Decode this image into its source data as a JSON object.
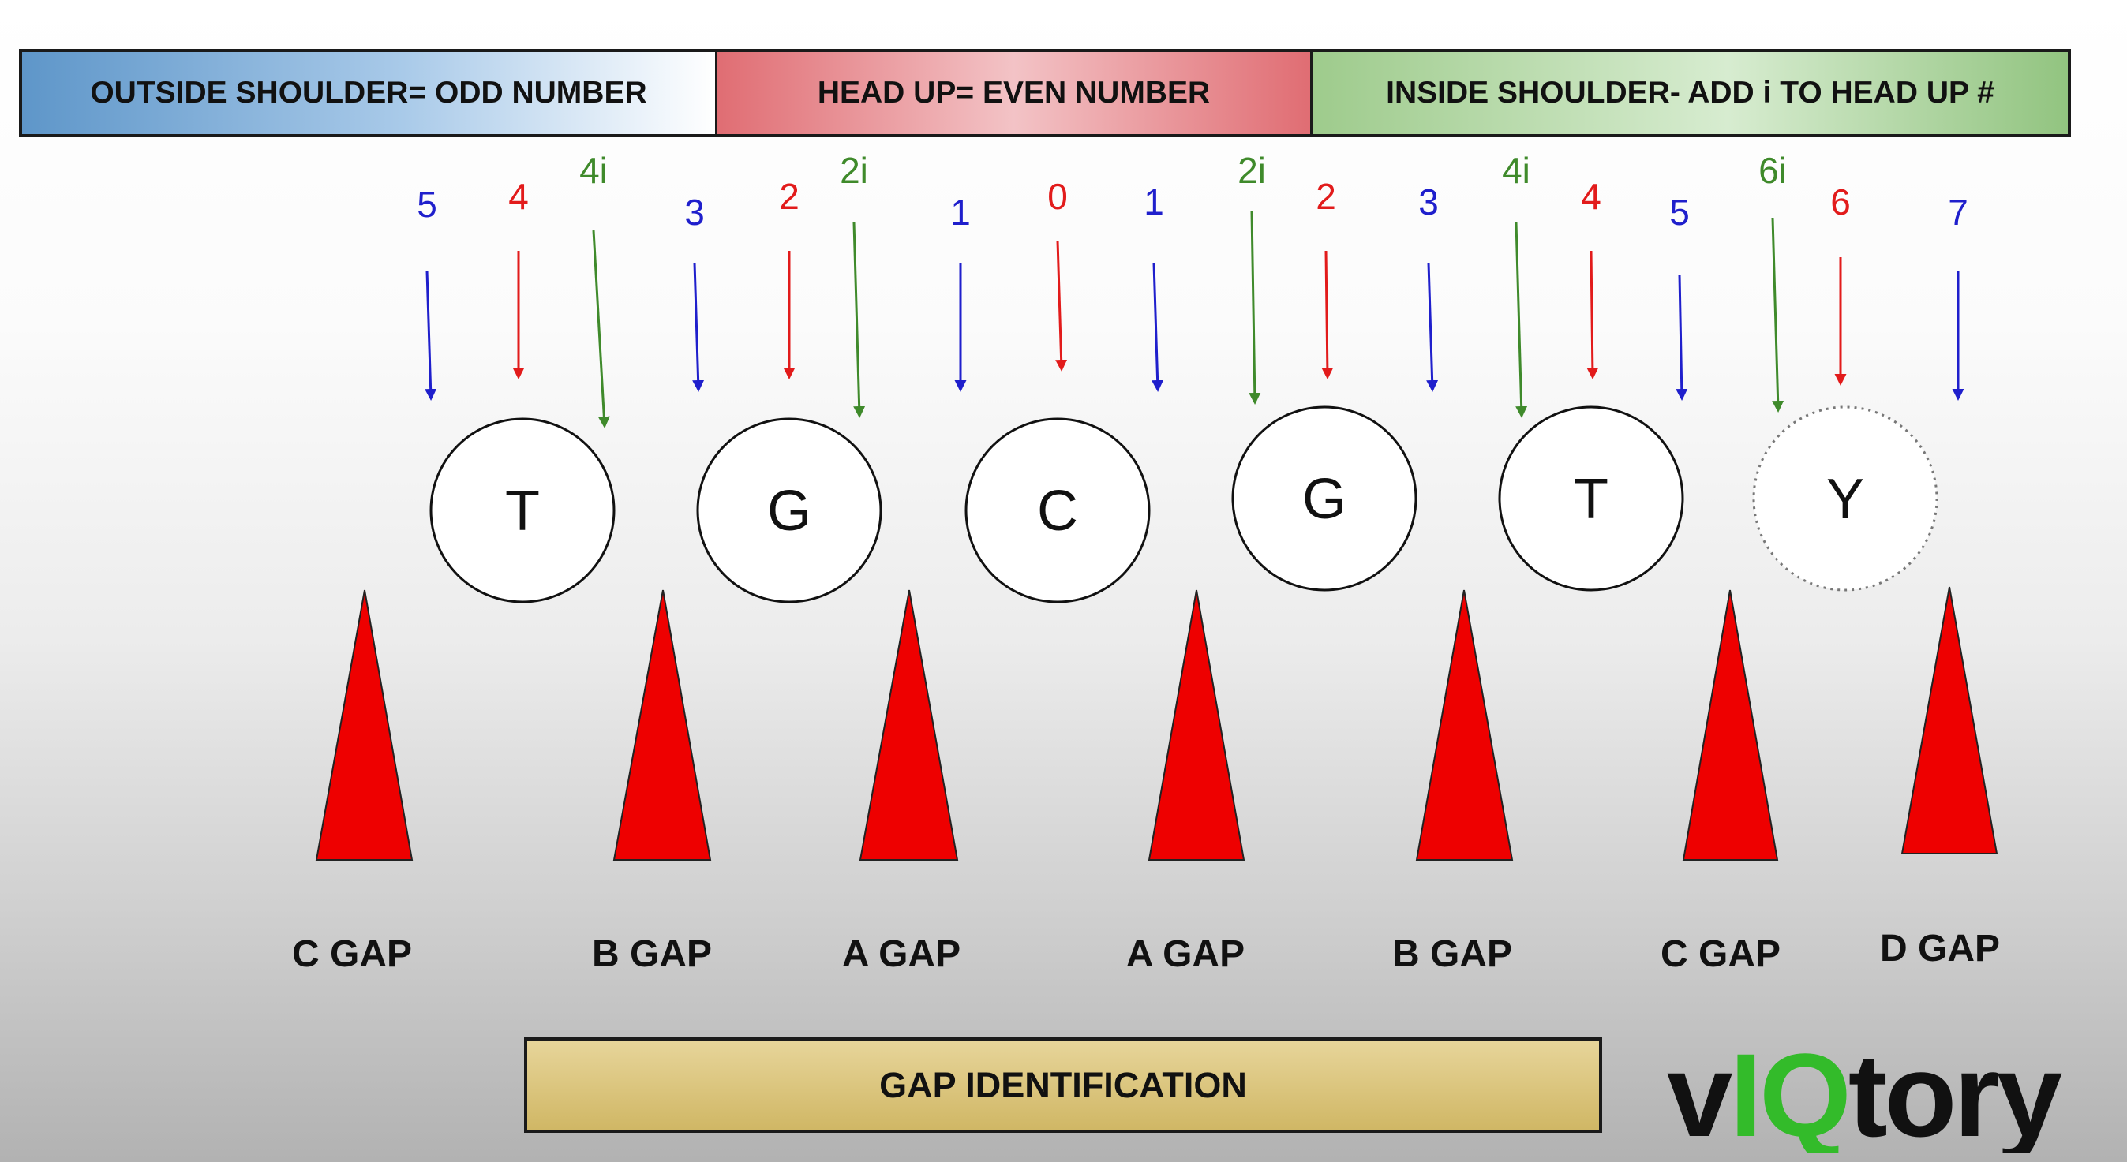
{
  "legend": {
    "outside": "OUTSIDE SHOULDER= ODD NUMBER",
    "head_up": "HEAD UP= EVEN NUMBER",
    "inside": "INSIDE SHOULDER- ADD i TO HEAD UP #"
  },
  "colors": {
    "odd_arrow": "#1f1fcc",
    "even_arrow": "#e21b1b",
    "inside_arrow": "#3f8a2b",
    "cone": "#ee0000",
    "logo_green": "#33bb2a",
    "logo_dark": "#111111"
  },
  "techniques": [
    "5",
    "4",
    "4i",
    "3",
    "2",
    "2i",
    "1",
    "0",
    "1",
    "2i",
    "2",
    "3",
    "4i",
    "4",
    "5",
    "6i",
    "6",
    "7"
  ],
  "players": [
    {
      "label": "T",
      "style": "solid"
    },
    {
      "label": "G",
      "style": "solid"
    },
    {
      "label": "C",
      "style": "solid"
    },
    {
      "label": "G",
      "style": "solid"
    },
    {
      "label": "T",
      "style": "solid"
    },
    {
      "label": "Y",
      "style": "dotted"
    }
  ],
  "gaps": [
    "C GAP",
    "B GAP",
    "A GAP",
    "A GAP",
    "B GAP",
    "C GAP",
    "D GAP"
  ],
  "footer": "GAP IDENTIFICATION",
  "logo": {
    "text": "vIQtory",
    "parts": [
      "v",
      "IQ",
      "tory"
    ]
  }
}
